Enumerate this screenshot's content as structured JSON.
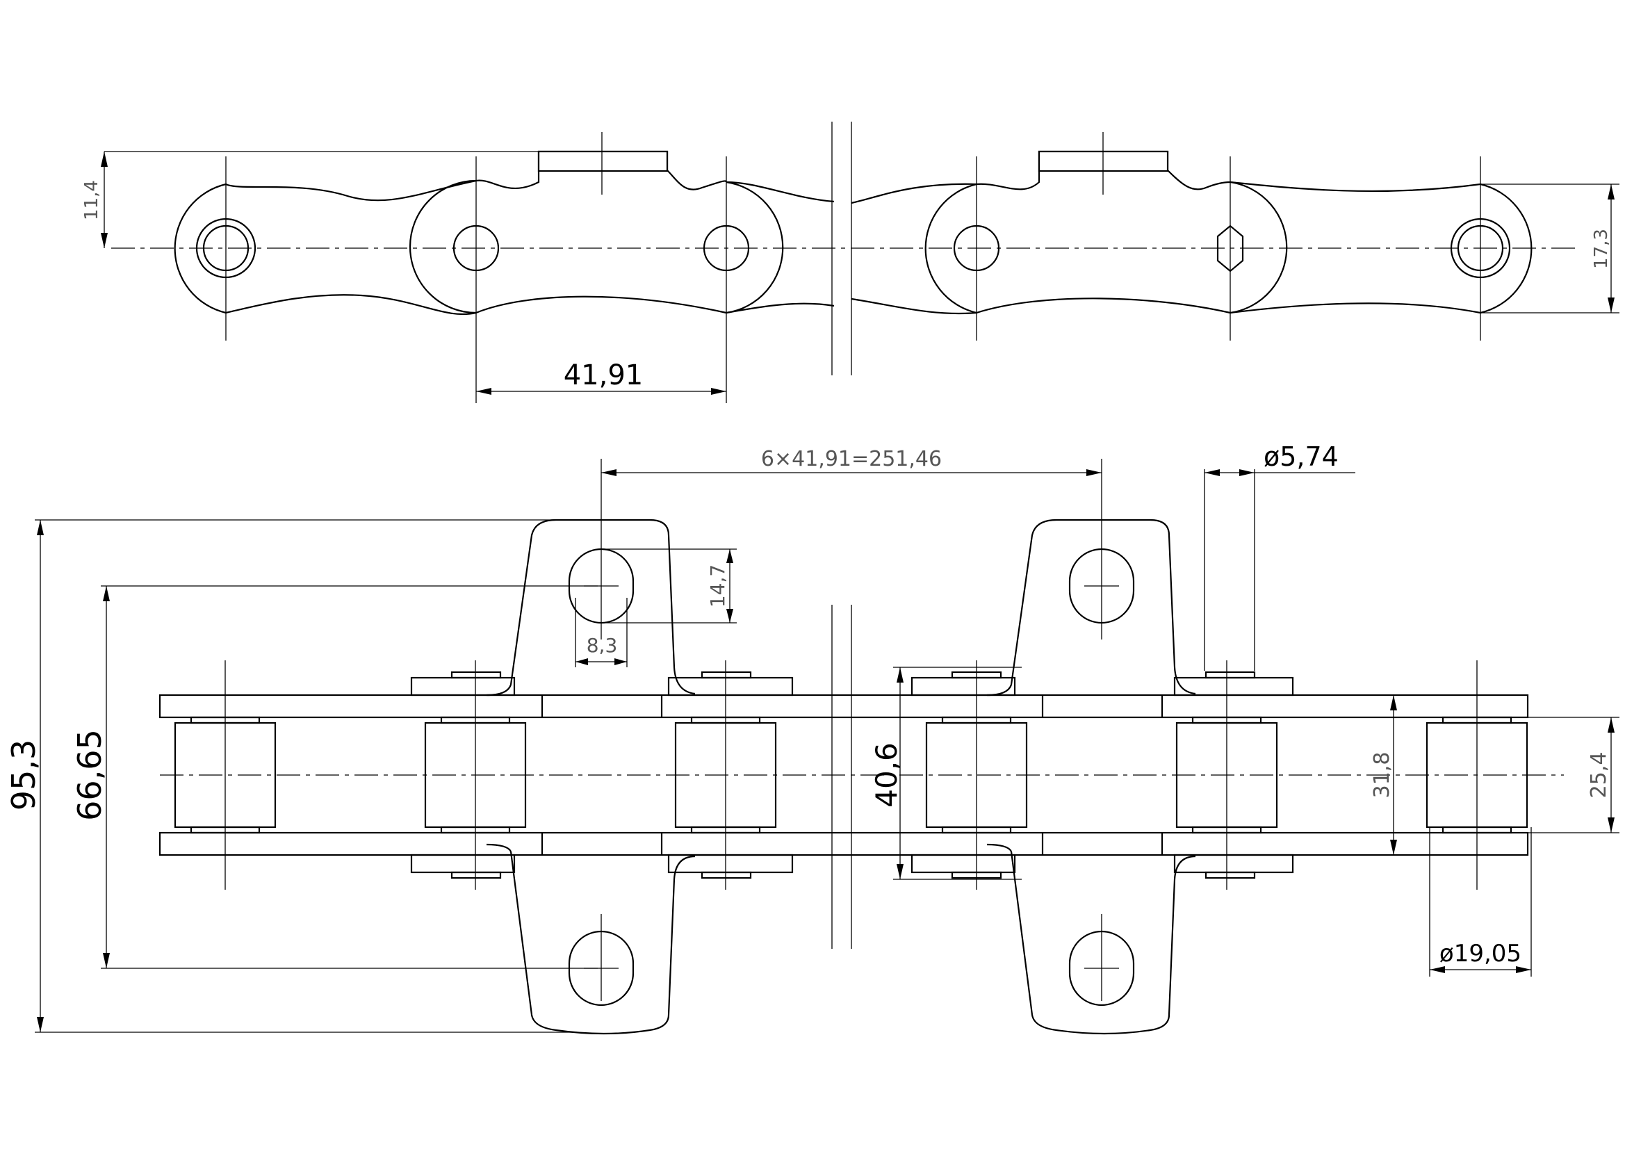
{
  "dimensions": {
    "link_height_top": "11,4",
    "total_height_side": "17,3",
    "pitch": "41,91",
    "pitch_span": "6×41,91=251,46",
    "pin_diameter": "ø5,74",
    "overall_width": "95,3",
    "attachment_hole_spacing": "66,65",
    "slot_length": "14,7",
    "slot_width": "8,3",
    "outer_width": "40,6",
    "inner_width_outer": "31,8",
    "inner_width": "25,4",
    "roller_diameter": "ø19,05"
  },
  "colors": {
    "line": "#000000",
    "background": "#ffffff"
  }
}
